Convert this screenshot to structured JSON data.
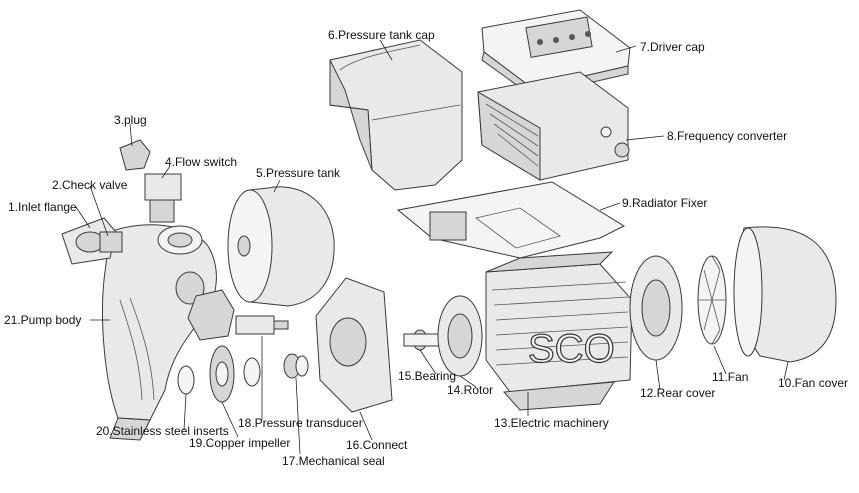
{
  "diagram": {
    "labels": {
      "inlet_flange": "1.Inlet flange",
      "check_valve": "2.Check valve",
      "plug": "3.plug",
      "flow_switch": "4.Flow switch",
      "pressure_tank": "5.Pressure tank",
      "pressure_tank_cap": "6.Pressure tank cap",
      "driver_cap": "7.Driver cap",
      "frequency_converter": "8.Frequency converter",
      "radiator_fixer": "9.Radiator Fixer",
      "fan_cover": "10.Fan cover",
      "fan": "11.Fan",
      "rear_cover": "12.Rear cover",
      "electric_machinery": "13.Electric machinery",
      "rotor": "14.Rotor",
      "bearing": "15.Bearing",
      "connect": "16.Connect",
      "mechanical_seal": "17.Mechanical seal",
      "pressure_transducer": "18.Pressure transducer",
      "copper_impeller": "19.Copper impeller",
      "stainless_inserts": "20.Stainless steel inserts",
      "pump_body": "21.Pump body"
    },
    "motor_text": "SCO",
    "colors": {
      "outline": "#3a3a3a",
      "fill": "#e9e9e9",
      "shade": "#d6d6d6",
      "text": "#111111"
    }
  }
}
